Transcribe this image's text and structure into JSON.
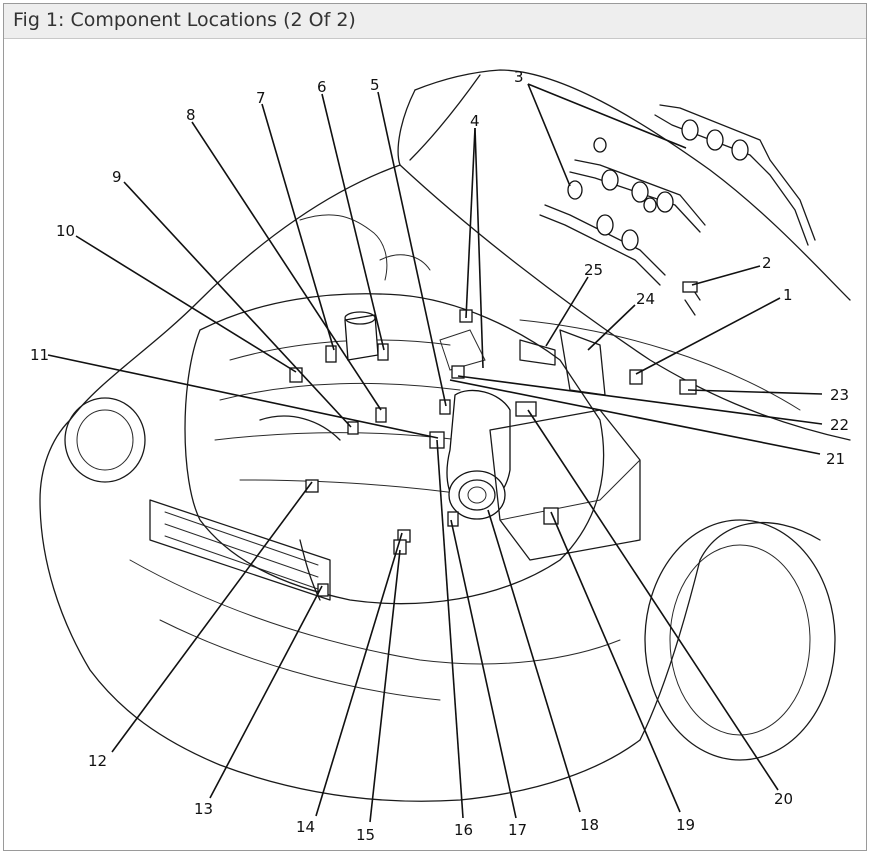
{
  "title": "Fig 1: Component Locations (2 Of 2)",
  "callouts": [
    {
      "id": "1",
      "label": "1"
    },
    {
      "id": "2",
      "label": "2"
    },
    {
      "id": "3",
      "label": "3"
    },
    {
      "id": "4",
      "label": "4"
    },
    {
      "id": "5",
      "label": "5"
    },
    {
      "id": "6",
      "label": "6"
    },
    {
      "id": "7",
      "label": "7"
    },
    {
      "id": "8",
      "label": "8"
    },
    {
      "id": "9",
      "label": "9"
    },
    {
      "id": "10",
      "label": "10"
    },
    {
      "id": "11",
      "label": "11"
    },
    {
      "id": "12",
      "label": "12"
    },
    {
      "id": "13",
      "label": "13"
    },
    {
      "id": "14",
      "label": "14"
    },
    {
      "id": "15",
      "label": "15"
    },
    {
      "id": "16",
      "label": "16"
    },
    {
      "id": "17",
      "label": "17"
    },
    {
      "id": "18",
      "label": "18"
    },
    {
      "id": "19",
      "label": "19"
    },
    {
      "id": "20",
      "label": "20"
    },
    {
      "id": "21",
      "label": "21"
    },
    {
      "id": "22",
      "label": "22"
    },
    {
      "id": "23",
      "label": "23"
    },
    {
      "id": "24",
      "label": "24"
    },
    {
      "id": "25",
      "label": "25"
    }
  ]
}
